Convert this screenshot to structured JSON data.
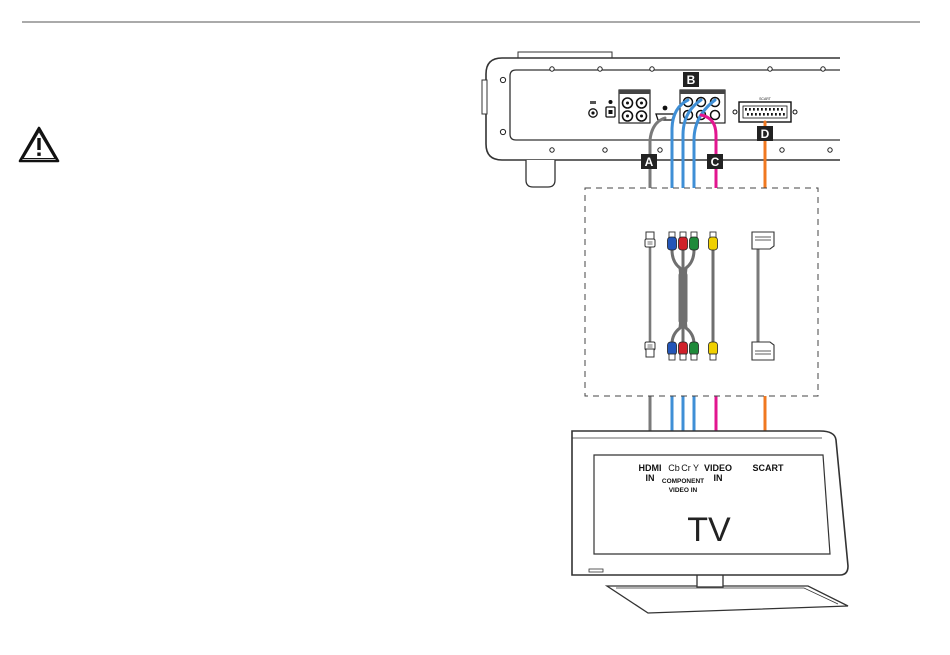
{
  "colors": {
    "hdmi": "#7a7a7a",
    "component": "#3f8fd6",
    "video": "#e2168f",
    "scart": "#f07820",
    "tag_bg": "#222222",
    "plug_blue": "#2456b8",
    "plug_red": "#d0202a",
    "plug_green": "#1f8a3a",
    "plug_yellow": "#f0d000"
  },
  "icons": {
    "warning": "warning-triangle-icon"
  },
  "connection_tags": {
    "a": "A",
    "b": "B",
    "c": "C",
    "d": "D"
  },
  "player_panel": {
    "scart_port_label": "SCART"
  },
  "tv": {
    "label": "TV",
    "hdmi_in_line1": "HDMI",
    "hdmi_in_line2": "IN",
    "component_cb": "Cb",
    "component_cr": "Cr",
    "component_y": "Y",
    "component_line1": "COMPONENT",
    "component_line2": "VIDEO IN",
    "video_in_line1": "VIDEO",
    "video_in_line2": "IN",
    "scart": "SCART"
  }
}
